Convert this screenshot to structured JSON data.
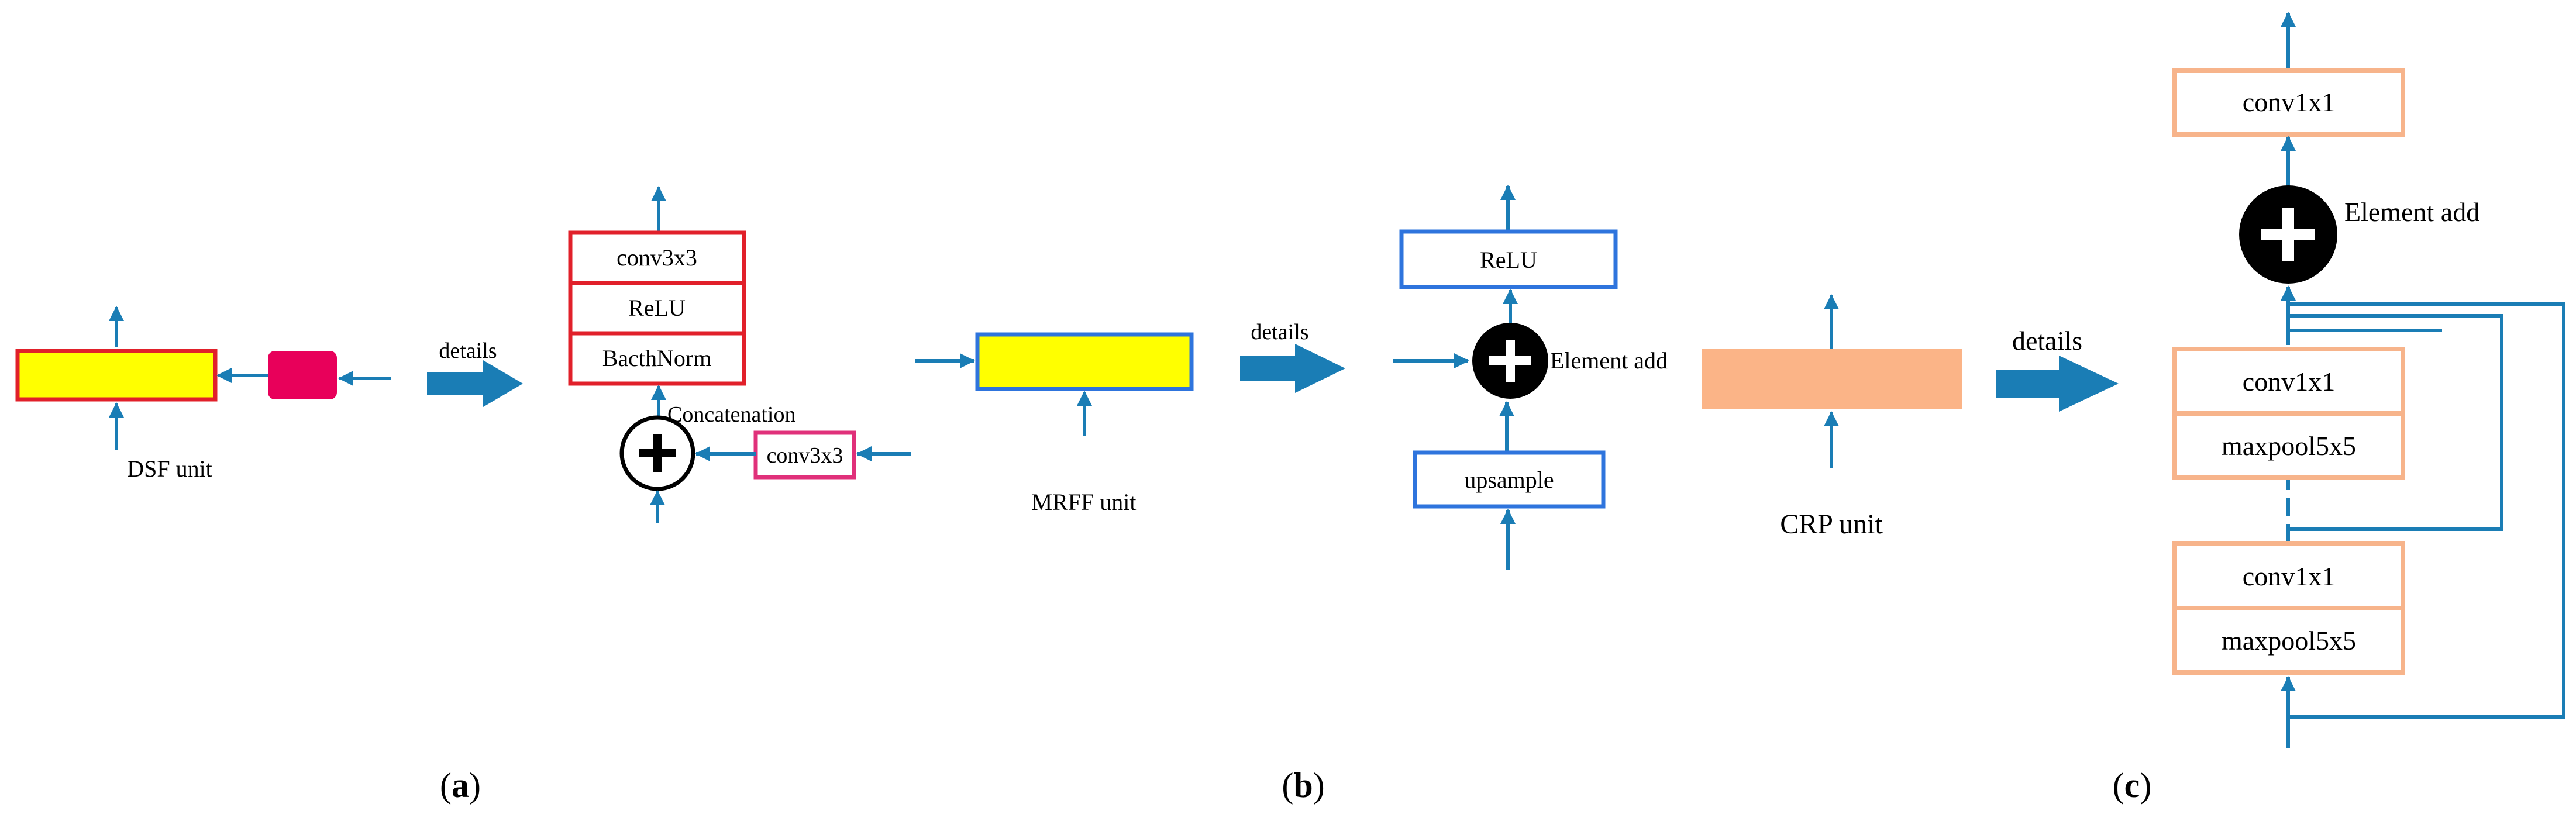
{
  "panels": [
    {
      "caption_text": "a",
      "dsf_label": "DSF unit",
      "details_label": "details",
      "blocks": [
        "conv3x3",
        "ReLU",
        "BacthNorm"
      ],
      "concat_label": "Concatenation",
      "side_conv_label": "conv3x3"
    },
    {
      "caption_text": "b",
      "mrff_label": "MRFF unit",
      "details_label": "details",
      "relu_label": "ReLU",
      "add_label": "Element add",
      "upsample_label": "upsample"
    },
    {
      "caption_text": "c",
      "crp_label": "CRP unit",
      "details_label": "details",
      "top_conv_label": "conv1x1",
      "add_label": "Element add",
      "stage1_conv_label": "conv1x1",
      "stage1_pool_label": "maxpool5x5",
      "stage2_conv_label": "conv1x1",
      "stage2_pool_label": "maxpool5x5"
    }
  ],
  "colors": {
    "arrow": "#1a7db5",
    "yellow_fill": "#ffff00",
    "red_border": "#e1202a",
    "pink_fill": "#e8005a",
    "pink_border": "#e0307a",
    "blue_border": "#2e74dd",
    "orange_fill": "#fbb487",
    "orange_border": "#f7b48b",
    "black": "#000000"
  }
}
